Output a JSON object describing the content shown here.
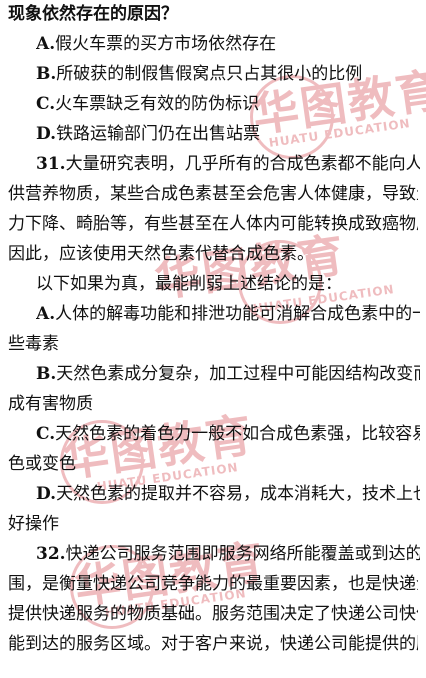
{
  "lines": [
    {
      "id": "q30-tail",
      "text": "现象依然存在的原因？"
    },
    {
      "id": "q30-a-label",
      "text": "A."
    },
    {
      "id": "q30-a",
      "text": "假火车票的买方市场依然存在"
    },
    {
      "id": "q30-b-label",
      "text": "B."
    },
    {
      "id": "q30-b",
      "text": "所破获的制假售假窝点只占其很小的比例"
    },
    {
      "id": "q30-c-label",
      "text": "C."
    },
    {
      "id": "q30-c",
      "text": "火车票缺乏有效的防伪标识"
    },
    {
      "id": "q30-d-label",
      "text": "D."
    },
    {
      "id": "q30-d",
      "text": "铁路运输部门仍在出售站票"
    },
    {
      "id": "q31-num",
      "text": "31."
    },
    {
      "id": "q31-l1",
      "text": "大量研究表明，几乎所有的合成色素都不能向人体提"
    },
    {
      "id": "q31-l2",
      "text": "供营养物质，某些合成色素甚至会危害人体健康，导致生育"
    },
    {
      "id": "q31-l3",
      "text": "力下降、畸胎等，有些甚至在人体内可能转换成致癌物质。"
    },
    {
      "id": "q31-l4",
      "text": "因此，应该使用天然色素代替合成色素。"
    },
    {
      "id": "q31-prompt",
      "text": "以下如果为真，最能削弱上述结论的是："
    },
    {
      "id": "q31-a-label",
      "text": "A."
    },
    {
      "id": "q31-a-l1",
      "text": "人体的解毒功能和排泄功能可消解合成色素中的一"
    },
    {
      "id": "q31-a-l2",
      "text": "些毒素"
    },
    {
      "id": "q31-b-label",
      "text": "B."
    },
    {
      "id": "q31-b-l1",
      "text": "天然色素成分复杂，加工过程中可能因结构改变而生"
    },
    {
      "id": "q31-b-l2",
      "text": "成有害物质"
    },
    {
      "id": "q31-c-label",
      "text": "C."
    },
    {
      "id": "q31-c-l1",
      "text": "天然色素的着色力一般不如合成色素强，比较容易褪"
    },
    {
      "id": "q31-c-l2",
      "text": "色或变色"
    },
    {
      "id": "q31-d-label",
      "text": "D."
    },
    {
      "id": "q31-d-l1",
      "text": "天然色素的提取并不容易，成本消耗大，技术上也不"
    },
    {
      "id": "q31-d-l2",
      "text": "好操作"
    },
    {
      "id": "q32-num",
      "text": "32."
    },
    {
      "id": "q32-l1",
      "text": "快递公司服务范围即服务网络所能覆盖或到达的范"
    },
    {
      "id": "q32-l2",
      "text": "围，是衡量快递公司竞争能力的最重要因素，也是快递企业"
    },
    {
      "id": "q32-l3",
      "text": "提供快递服务的物质基础。服务范围决定了快递公司快件所"
    },
    {
      "id": "q32-l4",
      "text": "能到达的服务区域。对于客户来说，快递公司能提供的服务"
    }
  ],
  "watermark": {
    "main": "华图教育",
    "sub": "HUATU EDUCATION",
    "color": "#c8141e"
  }
}
